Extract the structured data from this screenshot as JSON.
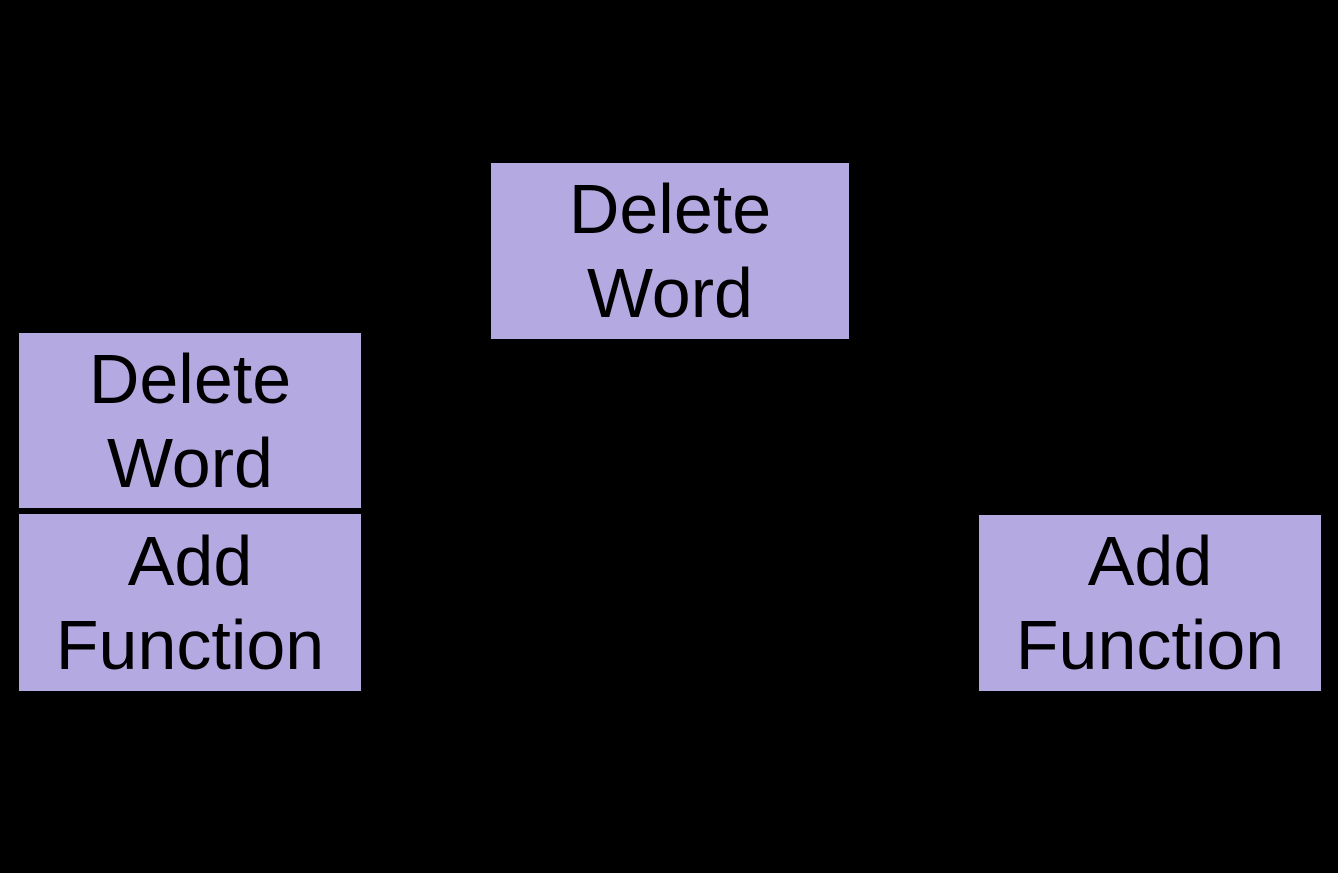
{
  "colors": {
    "background": "#000000",
    "node_fill": "#b5a9e2",
    "node_text": "#000000",
    "divider": "#000000"
  },
  "nodes": {
    "top_delete_word": {
      "line1": "Delete",
      "line2": "Word"
    },
    "left_delete_word": {
      "line1": "Delete",
      "line2": "Word"
    },
    "left_add_function": {
      "line1": "Add",
      "line2": "Function"
    },
    "right_add_function": {
      "line1": "Add",
      "line2": "Function"
    }
  }
}
